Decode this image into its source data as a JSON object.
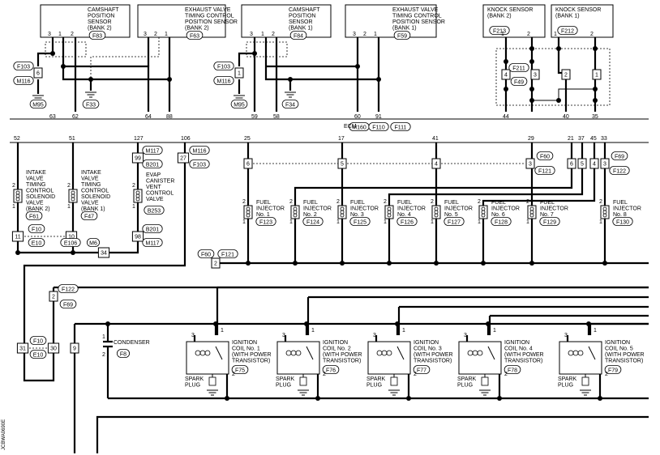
{
  "top_components": [
    {
      "id": "cmp-bank2",
      "label": [
        "CAMSHAFT",
        "POSITION",
        "SENSOR",
        "(BANK 2)"
      ],
      "conn": "F83",
      "pins": [
        "3",
        "1",
        "2"
      ]
    },
    {
      "id": "exh-bank2",
      "label": [
        "EXHAUST VALVE",
        "TIMING CONTROL",
        "POSITION SENSOR",
        "(BANK 2)"
      ],
      "conn": "F63",
      "pins": [
        "3",
        "2",
        "1"
      ]
    },
    {
      "id": "cmp-bank1",
      "label": [
        "CAMSHAFT",
        "POSITION",
        "SENSOR",
        "(BANK 1)"
      ],
      "conn": "F84",
      "pins": [
        "3",
        "1",
        "2"
      ]
    },
    {
      "id": "exh-bank1",
      "label": [
        "EXHAUST VALVE",
        "TIMING CONTROL",
        "POSITION SENSOR",
        "(BANK 1)"
      ],
      "conn": "F59",
      "pins": [
        "3",
        "2",
        "1"
      ]
    },
    {
      "id": "knock-bank2",
      "label": [
        "KNOCK SENSOR",
        "(BANK 2)"
      ],
      "conn": "F213",
      "pins": [
        "1",
        "2"
      ]
    },
    {
      "id": "knock-bank1",
      "label": [
        "KNOCK SENSOR",
        "(BANK 1)"
      ],
      "conn": "F212",
      "pins": [
        "1",
        "2"
      ]
    }
  ],
  "top_splices": [
    "6",
    "1",
    "4",
    "3",
    "2",
    "1"
  ],
  "top_refs": [
    "F103",
    "M116",
    "M95",
    "F33",
    "F103",
    "M116",
    "M95",
    "F34",
    "F211",
    "F49"
  ],
  "ecm_top_pins": [
    "63",
    "62",
    "64",
    "88",
    "59",
    "58",
    "60",
    "91",
    "44",
    "40",
    "35"
  ],
  "ecm_label": "ECM",
  "ecm_connectors": [
    "M160",
    "F110",
    "F111"
  ],
  "ecm_bottom_pins": [
    "52",
    "51",
    "127",
    "106",
    "25",
    "17",
    "41",
    "29",
    "21",
    "37",
    "45",
    "33"
  ],
  "valves": [
    {
      "label": [
        "INTAKE",
        "VALVE",
        "TIMING",
        "CONTROL",
        "SOLENOID",
        "VALVE",
        "(BANK 2)"
      ],
      "conn": "F61",
      "pins": [
        "2",
        "1"
      ]
    },
    {
      "label": [
        "INTAKE",
        "VALVE",
        "TIMING",
        "CONTROL",
        "SOLENOID",
        "VALVE",
        "(BANK 1)"
      ],
      "conn": "F47",
      "pins": [
        "2",
        "1"
      ]
    },
    {
      "label": [
        "EVAP",
        "CANISTER",
        "VENT",
        "CONTROL",
        "VALVE"
      ],
      "conn": "B253",
      "pins": [
        "2",
        "1"
      ]
    }
  ],
  "injectors": [
    {
      "label": [
        "FUEL",
        "INJECTOR",
        "No. 1"
      ],
      "conn": "F123"
    },
    {
      "label": [
        "FUEL",
        "INJECTOR",
        "No. 2"
      ],
      "conn": "F124"
    },
    {
      "label": [
        "FUEL",
        "INJECTOR",
        "No. 3"
      ],
      "conn": "F125"
    },
    {
      "label": [
        "FUEL",
        "INJECTOR",
        "No. 4"
      ],
      "conn": "F126"
    },
    {
      "label": [
        "FUEL",
        "INJECTOR",
        "No. 5"
      ],
      "conn": "F127"
    },
    {
      "label": [
        "FUEL",
        "INJECTOR",
        "No. 6"
      ],
      "conn": "F128"
    },
    {
      "label": [
        "FUEL",
        "INJECTOR",
        "No. 7"
      ],
      "conn": "F129"
    },
    {
      "label": [
        "FUEL",
        "INJECTOR",
        "No. 8"
      ],
      "conn": "F130"
    }
  ],
  "injector_pins": [
    "2",
    "1"
  ],
  "mid_splices": [
    "6",
    "5",
    "4",
    "3",
    "6",
    "5",
    "4",
    "3"
  ],
  "mid_refs": [
    "F60",
    "F121",
    "F69",
    "F122"
  ],
  "left_splices": [
    "11",
    "10",
    "34",
    "99",
    "98",
    "27",
    "2",
    "2",
    "31",
    "30",
    "9"
  ],
  "left_refs": [
    "F10",
    "E10",
    "E106",
    "M6",
    "M117",
    "B201",
    "B201",
    "M117",
    "M116",
    "F103",
    "F60",
    "F121",
    "F122",
    "F69",
    "F10",
    "E10"
  ],
  "condenser": {
    "label": "CONDENSER",
    "conn": "F8",
    "pins": [
      "1",
      "2"
    ]
  },
  "coils": [
    {
      "label": [
        "IGNITION",
        "COIL No. 1",
        "(WITH POWER",
        "TRANSISTOR)"
      ],
      "conn": "F75"
    },
    {
      "label": [
        "IGNITION",
        "COIL No. 2",
        "(WITH POWER",
        "TRANSISTOR)"
      ],
      "conn": "F76"
    },
    {
      "label": [
        "IGNITION",
        "COIL No. 3",
        "(WITH POWER",
        "TRANSISTOR)"
      ],
      "conn": "F77"
    },
    {
      "label": [
        "IGNITION",
        "COIL No. 4",
        "(WITH POWER",
        "TRANSISTOR)"
      ],
      "conn": "F78"
    },
    {
      "label": [
        "IGNITION",
        "COIL No. 5",
        "(WITH POWER",
        "TRANSISTOR)"
      ],
      "conn": "F79"
    }
  ],
  "coil_pins": [
    "3",
    "1",
    "2"
  ],
  "spark_plug_label": [
    "SPARK",
    "PLUG"
  ],
  "side_code": "JCBWA0690E"
}
